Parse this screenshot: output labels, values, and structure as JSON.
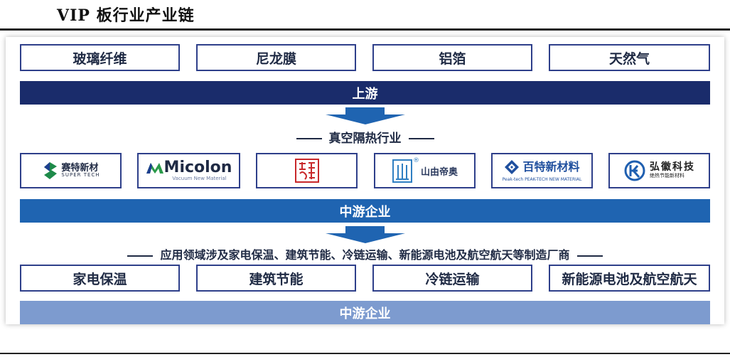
{
  "title": "VIP 板行业产业链",
  "upstream_items": [
    "玻璃纤维",
    "尼龙膜",
    "铝箔",
    "天然气"
  ],
  "upstream_label": "上游",
  "midstream_heading": "真空隔热行业",
  "companies": {
    "c1": {
      "name": "赛特新材",
      "sub": "SUPER TECH"
    },
    "c2": {
      "name": "Micolon",
      "sub": "Vacuum New Material"
    },
    "c3": {
      "name": "",
      "sub": ""
    },
    "c4": {
      "name": "山由帝奥",
      "mark": "®"
    },
    "c5": {
      "name": "百特新材料",
      "sub": "Peak-tech  PEAK-TECH NEW MATERIAL"
    },
    "c6": {
      "name": "弘徽科技",
      "sub": "绝热节能新材料"
    }
  },
  "midstream_label": "中游企业",
  "downstream_heading": "应用领域涉及家电保温、建筑节能、冷链运输、新能源电池及航空航天等制造厂商",
  "downstream_items": [
    "家电保温",
    "建筑节能",
    "冷链运输",
    "新能源电池及航空航天"
  ],
  "bottom_label": "中游企业",
  "colors": {
    "navy": "#1a2c6b",
    "blue": "#1f64b1",
    "light_blue": "#7d9bcf",
    "border": "#2e3f8a",
    "green": "#3aa655"
  }
}
